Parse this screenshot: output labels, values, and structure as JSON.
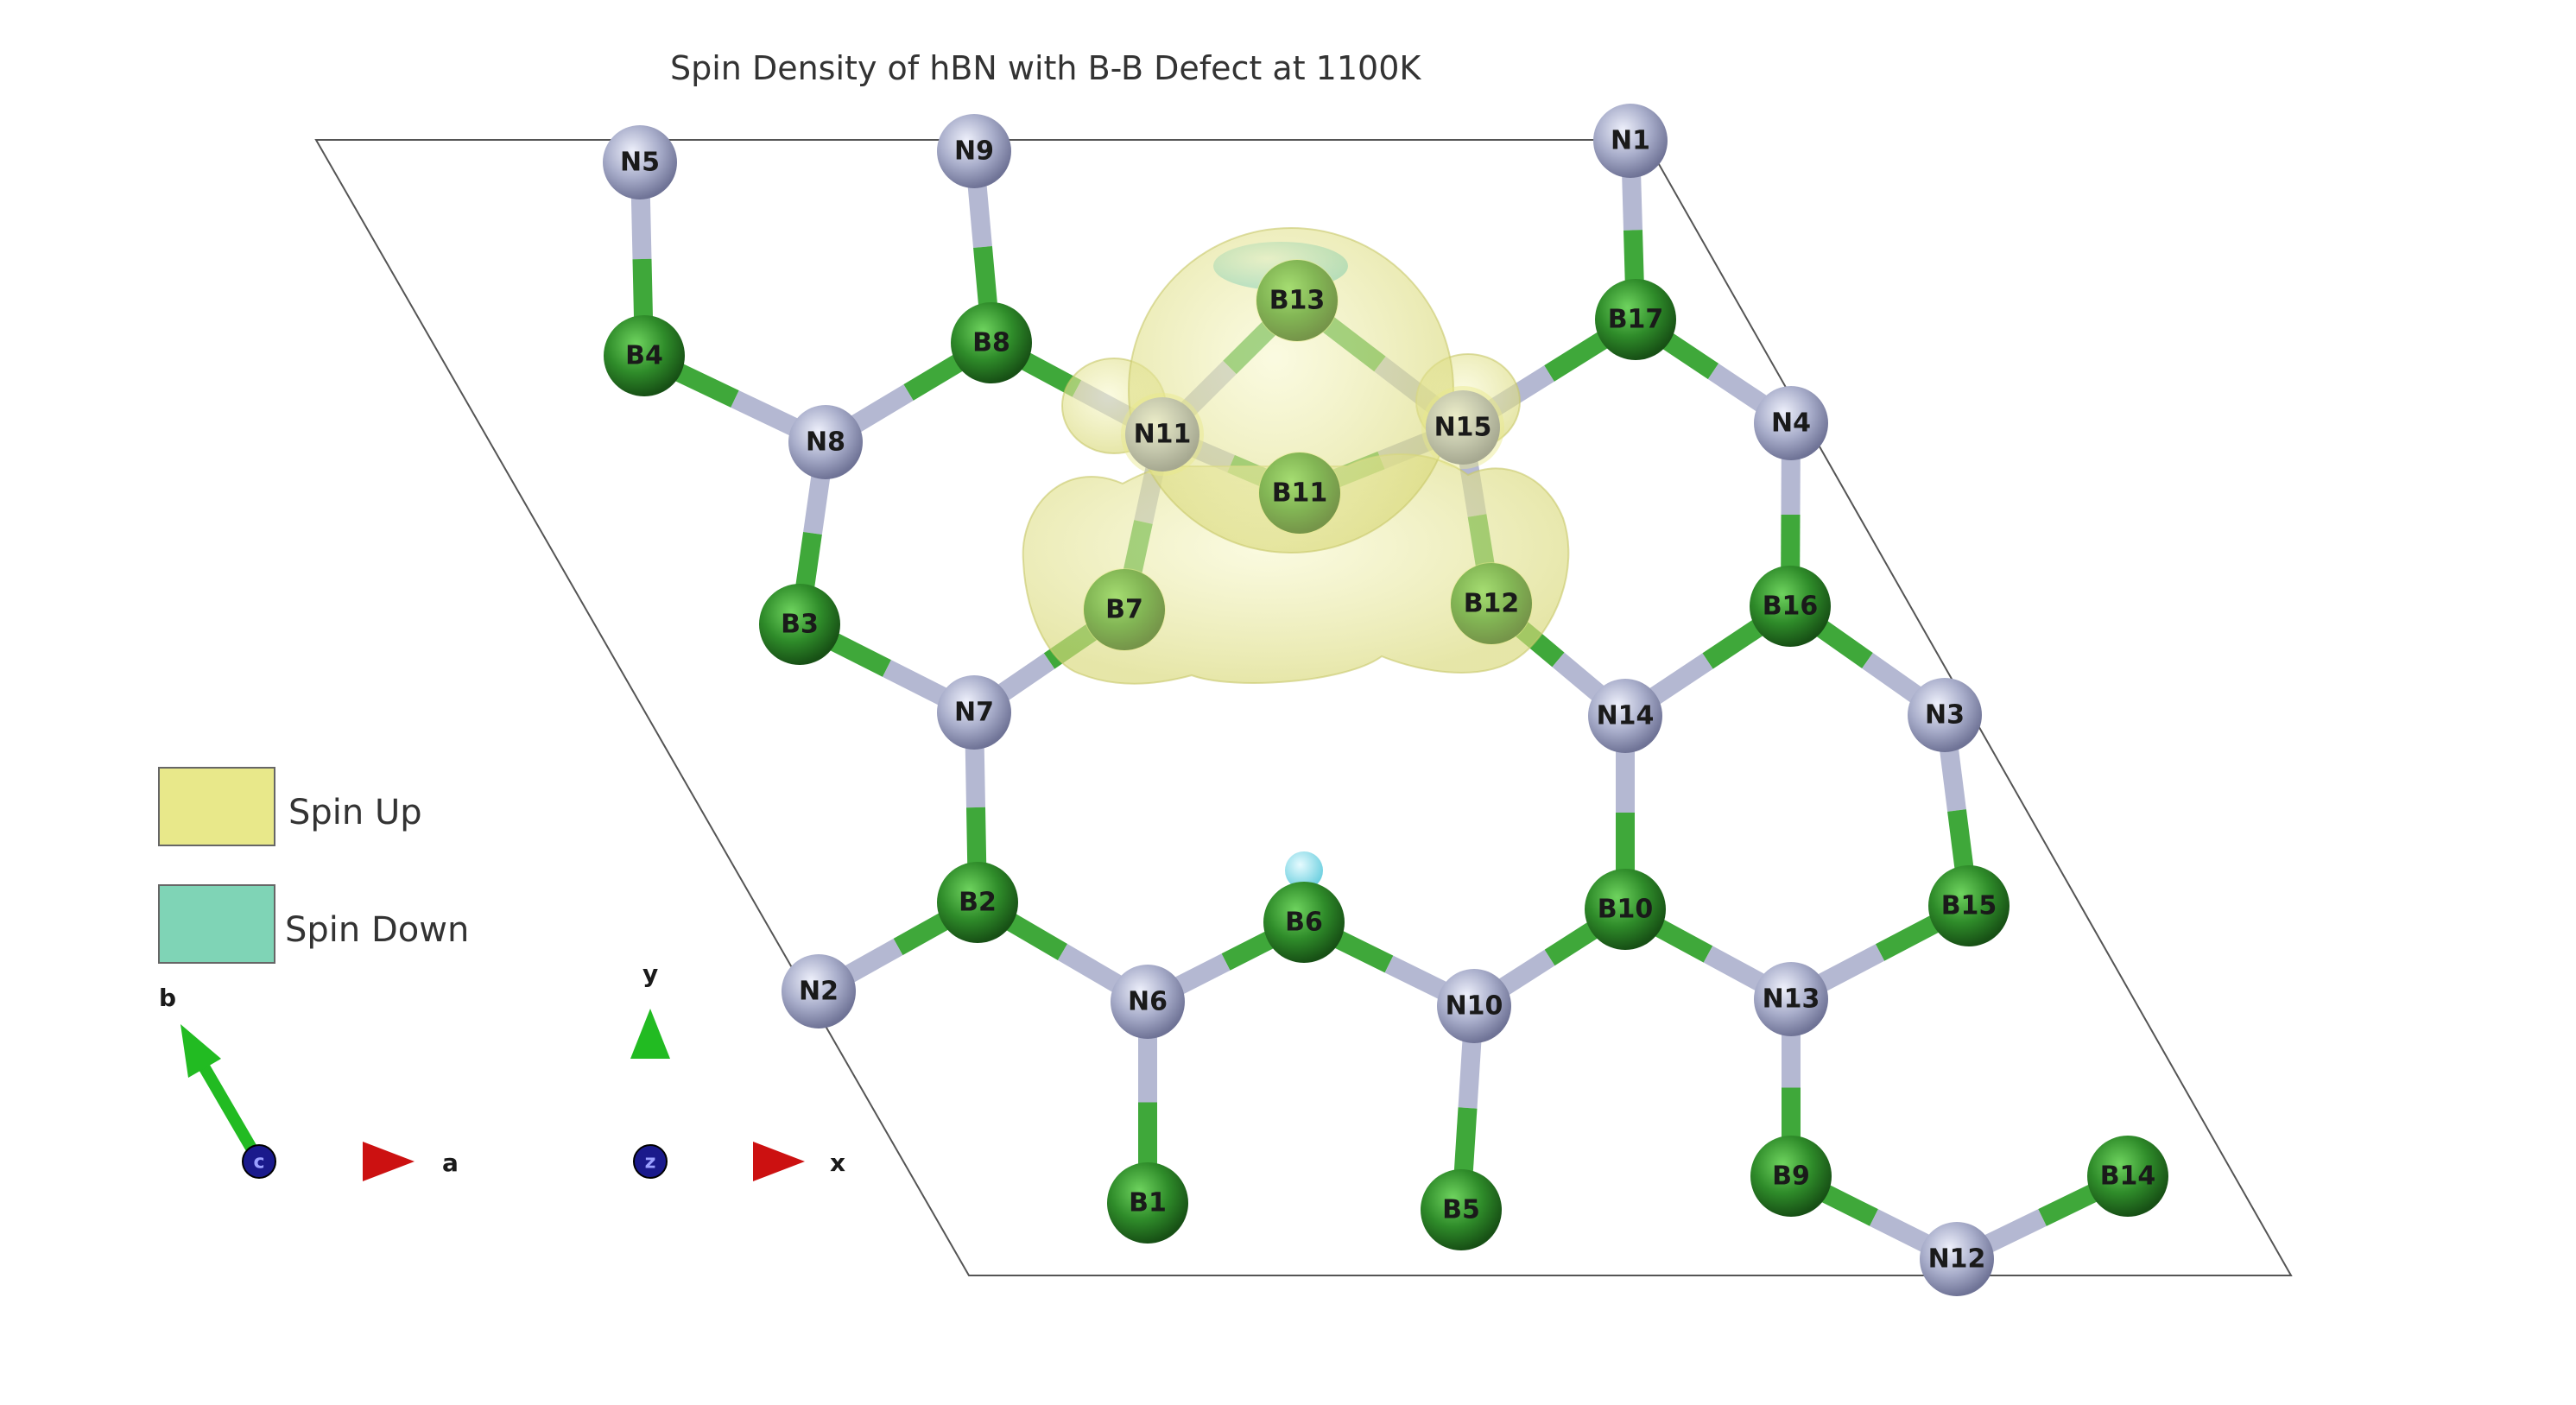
{
  "title": "Spin Density of hBN with B-B Defect at 1100K",
  "colors": {
    "boron": "#2f8c2a",
    "nitrogen": "#a9aecb",
    "spin_up": "#e8e88a",
    "spin_down": "#7fd4b6",
    "bond_boron": "#3fa83a",
    "bond_nitrogen": "#b4b8d2",
    "axis_a": "#cc1111",
    "axis_b": "#22bb22",
    "axis_c": "#1a1a8c"
  },
  "atoms": [
    {
      "id": "N5",
      "element": "N"
    },
    {
      "id": "N9",
      "element": "N"
    },
    {
      "id": "N1",
      "element": "N"
    },
    {
      "id": "B4",
      "element": "B"
    },
    {
      "id": "B8",
      "element": "B"
    },
    {
      "id": "B13",
      "element": "B"
    },
    {
      "id": "B17",
      "element": "B"
    },
    {
      "id": "N8",
      "element": "N"
    },
    {
      "id": "N11",
      "element": "N"
    },
    {
      "id": "N15",
      "element": "N"
    },
    {
      "id": "N4",
      "element": "N"
    },
    {
      "id": "B11",
      "element": "B"
    },
    {
      "id": "B3",
      "element": "B"
    },
    {
      "id": "B7",
      "element": "B"
    },
    {
      "id": "B12",
      "element": "B"
    },
    {
      "id": "B16",
      "element": "B"
    },
    {
      "id": "N7",
      "element": "N"
    },
    {
      "id": "N14",
      "element": "N"
    },
    {
      "id": "N3",
      "element": "N"
    },
    {
      "id": "B2",
      "element": "B"
    },
    {
      "id": "B6",
      "element": "B"
    },
    {
      "id": "B10",
      "element": "B"
    },
    {
      "id": "B15",
      "element": "B"
    },
    {
      "id": "N2",
      "element": "N"
    },
    {
      "id": "N6",
      "element": "N"
    },
    {
      "id": "N10",
      "element": "N"
    },
    {
      "id": "N13",
      "element": "N"
    },
    {
      "id": "B1",
      "element": "B"
    },
    {
      "id": "B5",
      "element": "B"
    },
    {
      "id": "B9",
      "element": "B"
    },
    {
      "id": "B14",
      "element": "B"
    },
    {
      "id": "N12",
      "element": "N"
    }
  ],
  "bonds": [
    [
      "N5",
      "B4"
    ],
    [
      "N9",
      "B8"
    ],
    [
      "N1",
      "B17"
    ],
    [
      "B4",
      "N8"
    ],
    [
      "B8",
      "N8"
    ],
    [
      "B8",
      "N11"
    ],
    [
      "B13",
      "N11"
    ],
    [
      "B13",
      "N15"
    ],
    [
      "B11",
      "N11"
    ],
    [
      "B11",
      "N15"
    ],
    [
      "B17",
      "N15"
    ],
    [
      "B17",
      "N4"
    ],
    [
      "N8",
      "B3"
    ],
    [
      "N11",
      "B7"
    ],
    [
      "N15",
      "B12"
    ],
    [
      "N4",
      "B16"
    ],
    [
      "B3",
      "N7"
    ],
    [
      "B7",
      "N7"
    ],
    [
      "B12",
      "N14"
    ],
    [
      "B16",
      "N14"
    ],
    [
      "B16",
      "N3"
    ],
    [
      "N7",
      "B2"
    ],
    [
      "N14",
      "B10"
    ],
    [
      "N3",
      "B15"
    ],
    [
      "B2",
      "N2"
    ],
    [
      "B2",
      "N6"
    ],
    [
      "B6",
      "N6"
    ],
    [
      "B6",
      "N10"
    ],
    [
      "B10",
      "N10"
    ],
    [
      "B10",
      "N13"
    ],
    [
      "B15",
      "N13"
    ],
    [
      "N6",
      "B1"
    ],
    [
      "N10",
      "B5"
    ],
    [
      "N13",
      "B9"
    ],
    [
      "B9",
      "N12"
    ],
    [
      "B14",
      "N12"
    ]
  ],
  "legend": [
    {
      "label": "Spin Up",
      "color": "#e8e88a"
    },
    {
      "label": "Spin Down",
      "color": "#7fd4b6"
    }
  ],
  "axes_lattice": {
    "a": "a",
    "b": "b",
    "c": "c"
  },
  "axes_cartesian": {
    "x": "x",
    "y": "y",
    "z": "z"
  }
}
